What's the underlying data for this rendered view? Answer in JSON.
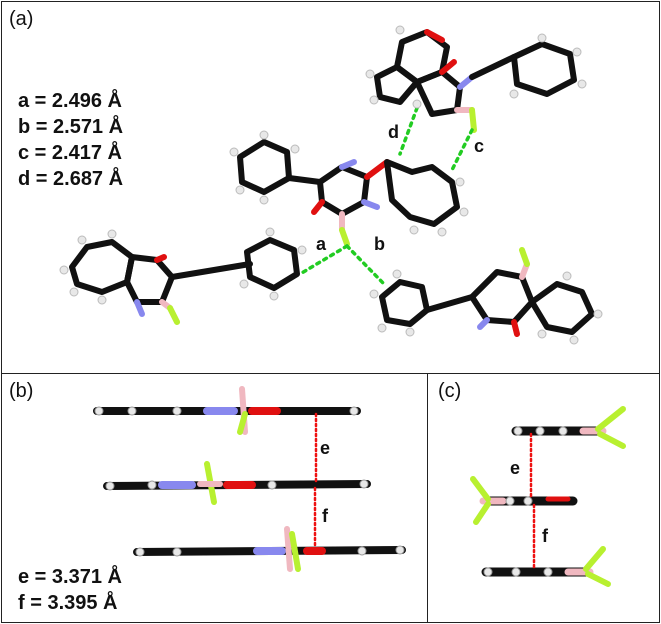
{
  "panels": {
    "a": {
      "label": "(a)",
      "measurements": [
        "a = 2.496 Å",
        "b = 2.571 Å",
        "c = 2.417 Å",
        "d = 2.687 Å"
      ],
      "bond_labels": {
        "a": "a",
        "b": "b",
        "c": "c",
        "d": "d"
      }
    },
    "b": {
      "label": "(b)",
      "measurements": [
        "e = 3.371 Å",
        "f = 3.395 Å"
      ],
      "bond_labels": {
        "e": "e",
        "f": "f"
      }
    },
    "c": {
      "label": "(c)",
      "bond_labels": {
        "e": "e",
        "f": "f"
      }
    }
  },
  "colors": {
    "carbon": "#111111",
    "oxygen": "#e01010",
    "nitrogen": "#8888ee",
    "boron": "#f0b8c0",
    "fluorine": "#b8f030",
    "hydrogen": "#e8e8e8",
    "hbond": "#22cc22",
    "stacking": "#ee1111"
  }
}
